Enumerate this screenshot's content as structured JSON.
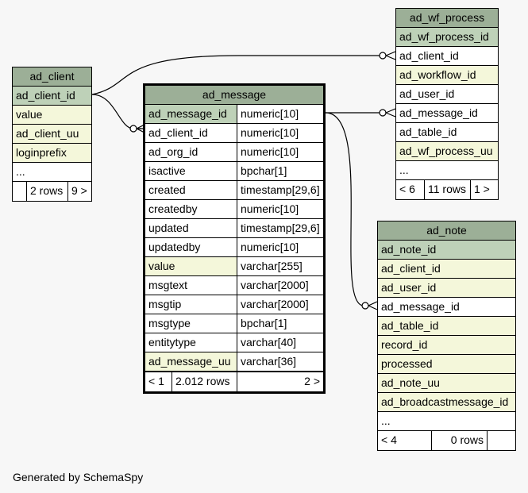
{
  "tables": {
    "ad_client": {
      "name": "ad_client",
      "columns": [
        "ad_client_id",
        "value",
        "ad_client_uu",
        "loginprefix",
        "..."
      ],
      "footer": [
        "",
        "2 rows",
        "9 >"
      ]
    },
    "ad_message": {
      "name": "ad_message",
      "columns": [
        {
          "name": "ad_message_id",
          "type": "numeric[10]"
        },
        {
          "name": "ad_client_id",
          "type": "numeric[10]"
        },
        {
          "name": "ad_org_id",
          "type": "numeric[10]"
        },
        {
          "name": "isactive",
          "type": "bpchar[1]"
        },
        {
          "name": "created",
          "type": "timestamp[29,6]"
        },
        {
          "name": "createdby",
          "type": "numeric[10]"
        },
        {
          "name": "updated",
          "type": "timestamp[29,6]"
        },
        {
          "name": "updatedby",
          "type": "numeric[10]"
        },
        {
          "name": "value",
          "type": "varchar[255]"
        },
        {
          "name": "msgtext",
          "type": "varchar[2000]"
        },
        {
          "name": "msgtip",
          "type": "varchar[2000]"
        },
        {
          "name": "msgtype",
          "type": "bpchar[1]"
        },
        {
          "name": "entitytype",
          "type": "varchar[40]"
        },
        {
          "name": "ad_message_uu",
          "type": "varchar[36]"
        }
      ],
      "footer": [
        "< 1",
        "2.012 rows",
        "2 >"
      ]
    },
    "ad_wf_process": {
      "name": "ad_wf_process",
      "columns": [
        "ad_wf_process_id",
        "ad_client_id",
        "ad_workflow_id",
        "ad_user_id",
        "ad_message_id",
        "ad_table_id",
        "ad_wf_process_uu",
        "..."
      ],
      "footer": [
        "< 6",
        "11 rows",
        "1 >"
      ]
    },
    "ad_note": {
      "name": "ad_note",
      "columns": [
        "ad_note_id",
        "ad_client_id",
        "ad_user_id",
        "ad_message_id",
        "ad_table_id",
        "record_id",
        "processed",
        "ad_note_uu",
        "ad_broadcastmessage_id",
        "..."
      ],
      "footer": [
        "< 4",
        "0 rows",
        ""
      ]
    }
  },
  "credit": "Generated by SchemaSpy"
}
